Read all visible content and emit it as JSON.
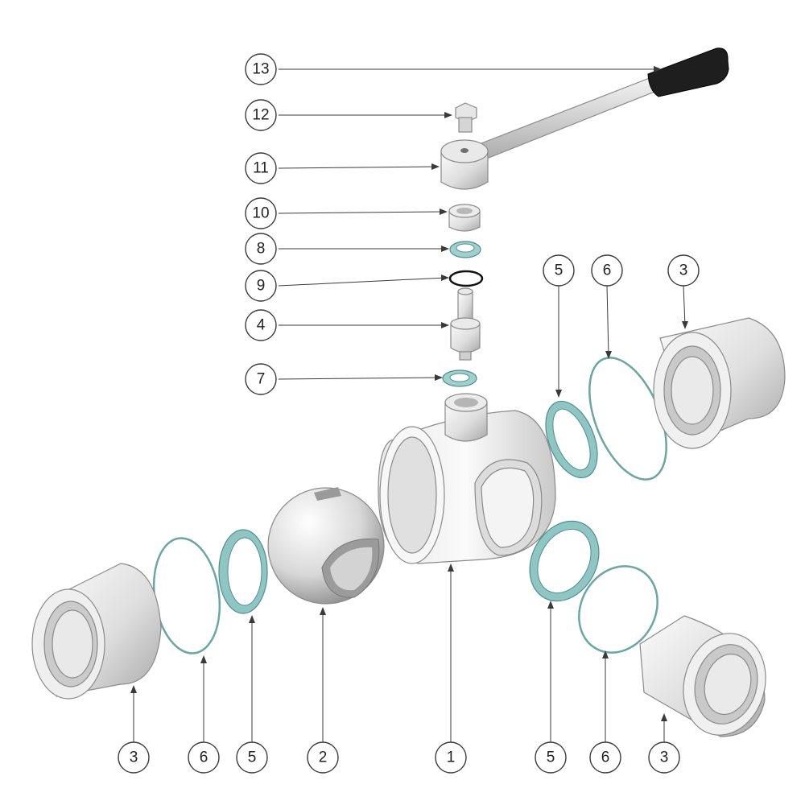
{
  "diagram": {
    "colors": {
      "metal_light": "#f2f2f2",
      "metal_mid": "#cfcfcf",
      "metal_dark": "#9a9a9a",
      "seal": "#7fbcb9",
      "handle_grip": "#1e1e1e",
      "outline": "#3a3a3a"
    },
    "callouts": {
      "c13": "13",
      "c12": "12",
      "c11": "11",
      "c10": "10",
      "c8": "8",
      "c9": "9",
      "c4": "4",
      "c7": "7",
      "c5_top": "5",
      "c6_top": "6",
      "c3_top": "3",
      "c3_bl": "3",
      "c6_bl": "6",
      "c5_bl": "5",
      "c2": "2",
      "c1": "1",
      "c5_br": "5",
      "c6_br": "6",
      "c3_br": "3"
    }
  }
}
